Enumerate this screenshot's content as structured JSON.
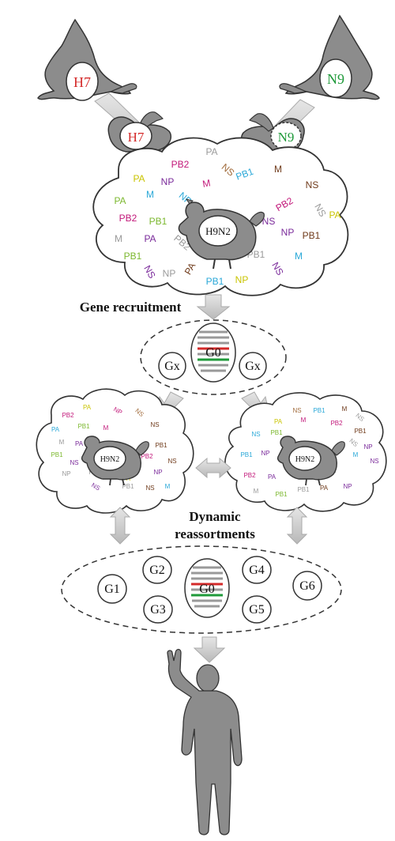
{
  "labels": {
    "duck_left_subtype": "H7",
    "duck_right_subtype": "N9",
    "chicken_main": "H9N2",
    "chicken_left": "H9N2",
    "chicken_right": "H9N2",
    "gene_recruitment": "Gene recruitment",
    "dynamic_line1": "Dynamic",
    "dynamic_line2": "reassortments",
    "g0_top": "G0",
    "gx_left": "Gx",
    "gx_right": "Gx",
    "g0_bottom": "G0",
    "g1": "G1",
    "g2": "G2",
    "g3": "G3",
    "g4": "G4",
    "g5": "G5",
    "g6": "G6"
  },
  "colors": {
    "h7": "#d42a2a",
    "n9": "#1f9a3a",
    "PA": "#c9c400",
    "PB2": "#c2187a",
    "PB1": "#7cb82f",
    "NP": "#7a2a9a",
    "M": "#6f3a1a",
    "NS": "#a06a3a",
    "NPblue": "#2aa8d8",
    "grey": "#9a9a9a",
    "bird": "#8c8c8c",
    "arrow": "#c8c8c8"
  },
  "genes_main": [
    {
      "t": "PA",
      "c": "grey"
    },
    {
      "t": "PB2",
      "c": "PB2"
    },
    {
      "t": "NS",
      "c": "NS"
    },
    {
      "t": "PA",
      "c": "PA"
    },
    {
      "t": "NP",
      "c": "NP"
    },
    {
      "t": "M",
      "c": "PB2"
    },
    {
      "t": "PB1",
      "c": "NPblue"
    },
    {
      "t": "M",
      "c": "M"
    },
    {
      "t": "NS",
      "c": "M"
    },
    {
      "t": "PA",
      "c": "PB1"
    },
    {
      "t": "M",
      "c": "NPblue"
    },
    {
      "t": "NP",
      "c": "NPblue"
    },
    {
      "t": "PB2",
      "c": "PB2"
    },
    {
      "t": "NS",
      "c": "grey"
    },
    {
      "t": "PA",
      "c": "PA"
    },
    {
      "t": "PB2",
      "c": "PB2"
    },
    {
      "t": "PB1",
      "c": "PB1"
    },
    {
      "t": "NS",
      "c": "NP"
    },
    {
      "t": "M",
      "c": "grey"
    },
    {
      "t": "PA",
      "c": "NP"
    },
    {
      "t": "PB2",
      "c": "grey"
    },
    {
      "t": "NP",
      "c": "NP"
    },
    {
      "t": "PB1",
      "c": "M"
    },
    {
      "t": "PB1",
      "c": "PB1"
    },
    {
      "t": "PB1",
      "c": "grey"
    },
    {
      "t": "M",
      "c": "NPblue"
    },
    {
      "t": "NS",
      "c": "NP"
    },
    {
      "t": "NP",
      "c": "grey"
    },
    {
      "t": "PA",
      "c": "M"
    },
    {
      "t": "PB1",
      "c": "NPblue"
    },
    {
      "t": "NP",
      "c": "PA"
    },
    {
      "t": "NS",
      "c": "NP"
    }
  ]
}
